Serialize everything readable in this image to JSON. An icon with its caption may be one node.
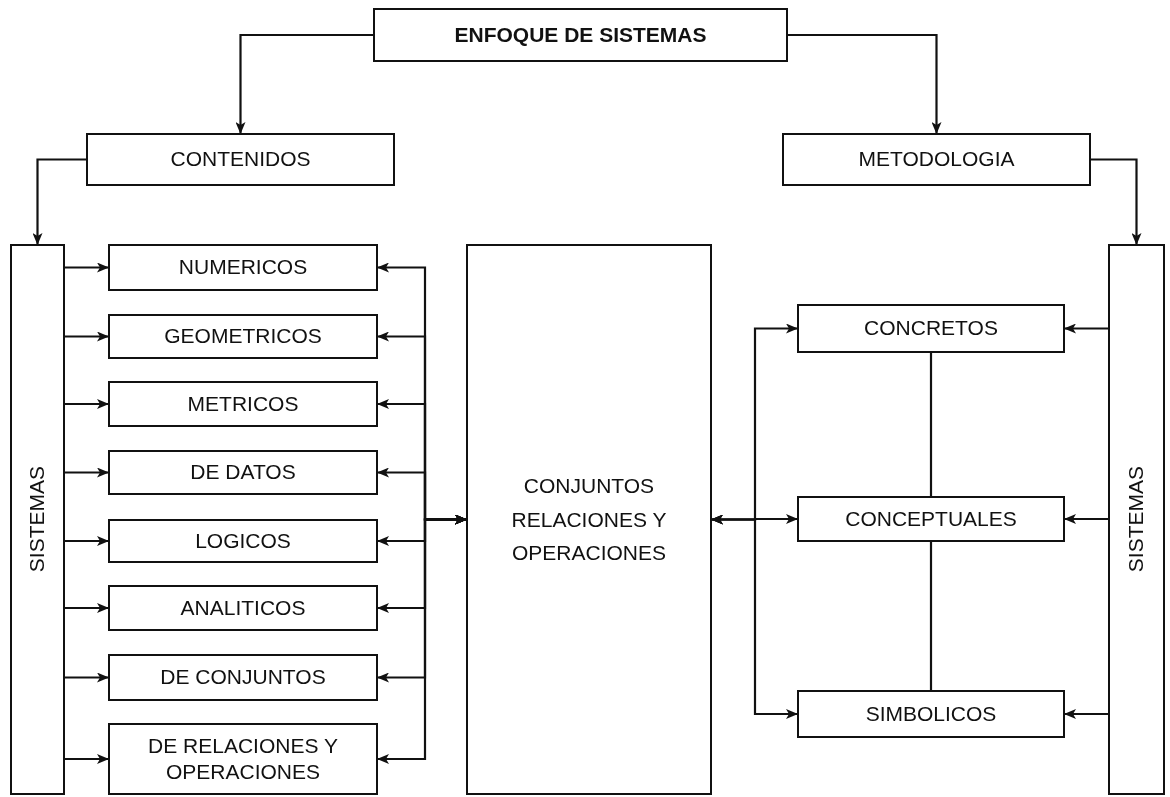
{
  "diagram": {
    "nodes": [
      {
        "text": [
          "ENFOQUE DE SISTEMAS"
        ]
      },
      {
        "text": [
          "CONTENIDOS"
        ]
      },
      {
        "text": [
          "METODOLOGIA"
        ]
      },
      {
        "text": [
          "SISTEMAS"
        ]
      },
      {
        "text": [
          "NUMERICOS"
        ]
      },
      {
        "text": [
          "GEOMETRICOS"
        ]
      },
      {
        "text": [
          "METRICOS"
        ]
      },
      {
        "text": [
          "DE DATOS"
        ]
      },
      {
        "text": [
          "LOGICOS"
        ]
      },
      {
        "text": [
          "ANALITICOS"
        ]
      },
      {
        "text": [
          "DE CONJUNTOS"
        ]
      },
      {
        "text": [
          "DE RELACIONES Y OPERACIONES"
        ]
      },
      {
        "text": [
          "CONJUNTOS RELACIONES Y OPERACIONES"
        ]
      },
      {
        "text": [
          "CONCRETOS"
        ]
      },
      {
        "text": [
          "CONCEPTUALES"
        ]
      },
      {
        "text": [
          "SIMBOLICOS"
        ]
      },
      {
        "text": [
          "SISTEMAS"
        ]
      }
    ],
    "edges": [
      {
        "from": 0,
        "to": 1,
        "arrow": "to"
      },
      {
        "from": 0,
        "to": 2,
        "arrow": "to"
      },
      {
        "from": 1,
        "to": 3,
        "arrow": "to"
      },
      {
        "from": 2,
        "to": 16,
        "arrow": "to"
      },
      {
        "from": 3,
        "to": 4,
        "arrow": "to"
      },
      {
        "from": 3,
        "to": 5,
        "arrow": "to"
      },
      {
        "from": 3,
        "to": 6,
        "arrow": "to"
      },
      {
        "from": 3,
        "to": 7,
        "arrow": "to"
      },
      {
        "from": 3,
        "to": 8,
        "arrow": "to"
      },
      {
        "from": 3,
        "to": 9,
        "arrow": "to"
      },
      {
        "from": 3,
        "to": 10,
        "arrow": "to"
      },
      {
        "from": 3,
        "to": 11,
        "arrow": "to"
      },
      {
        "from": 12,
        "to": 4,
        "arrow": "both"
      },
      {
        "from": 12,
        "to": 5,
        "arrow": "both"
      },
      {
        "from": 12,
        "to": 6,
        "arrow": "both"
      },
      {
        "from": 12,
        "to": 7,
        "arrow": "both"
      },
      {
        "from": 12,
        "to": 8,
        "arrow": "both"
      },
      {
        "from": 12,
        "to": 9,
        "arrow": "both"
      },
      {
        "from": 12,
        "to": 10,
        "arrow": "both"
      },
      {
        "from": 12,
        "to": 11,
        "arrow": "both"
      },
      {
        "from": 12,
        "to": 13,
        "arrow": "both"
      },
      {
        "from": 12,
        "to": 14,
        "arrow": "both"
      },
      {
        "from": 12,
        "to": 15,
        "arrow": "both"
      },
      {
        "from": 16,
        "to": 13,
        "arrow": "to"
      },
      {
        "from": 16,
        "to": 14,
        "arrow": "to"
      },
      {
        "from": 16,
        "to": 15,
        "arrow": "to"
      },
      {
        "from": 13,
        "to": 14,
        "arrow": "none"
      },
      {
        "from": 14,
        "to": 15,
        "arrow": "none"
      }
    ]
  }
}
